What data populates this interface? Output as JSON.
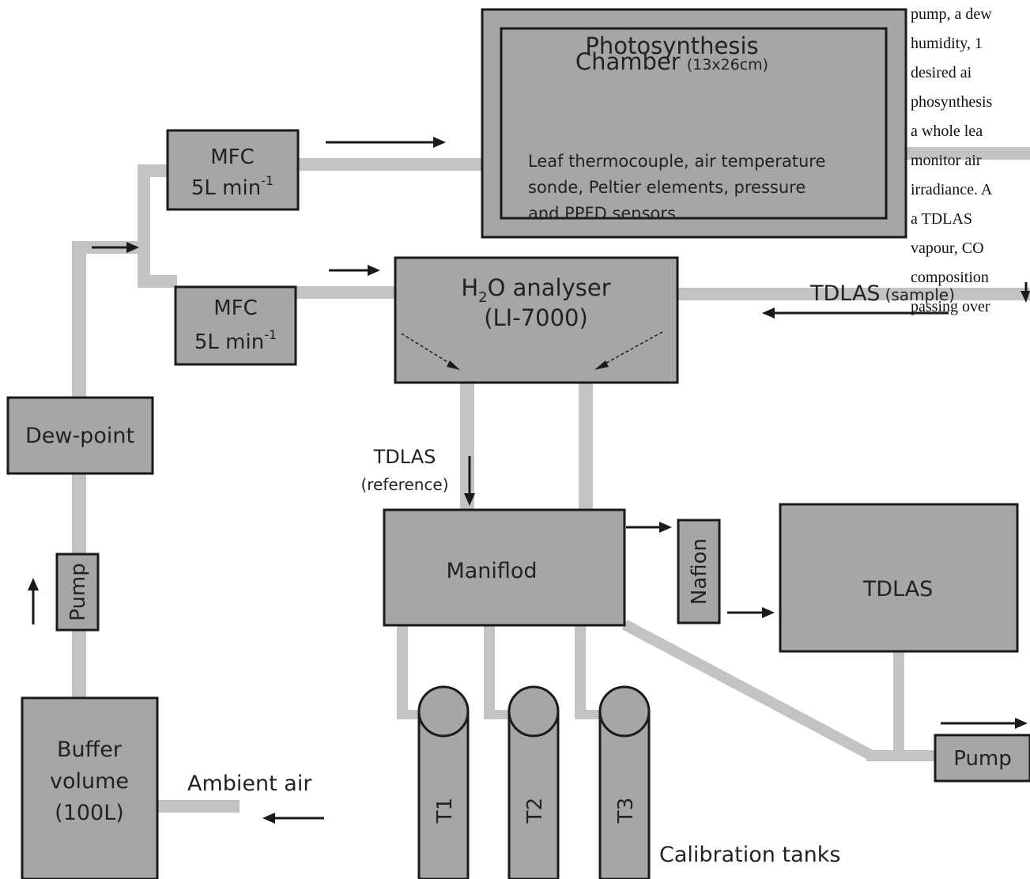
{
  "colors": {
    "box_fill": "#a6a6a6",
    "box_stroke": "#1a1a1a",
    "pipe": "#c3c3c3",
    "text": "#222222"
  },
  "chamber": {
    "title1": "Photosynthesis",
    "title2": "Chamber",
    "size": "(13x26cm)",
    "desc1": "Leaf thermocouple, air temperature",
    "desc2": "sonde, Peltier elements, pressure",
    "desc3": "and PPFD sensors"
  },
  "mfc_top": {
    "line1": "MFC",
    "line2": "5L min",
    "sup": "-1"
  },
  "mfc_bottom": {
    "line1": "MFC",
    "line2": "5L min",
    "sup": "-1"
  },
  "h2o": {
    "pre": "H",
    "sub": "2",
    "post": "O analyser",
    "model": "(LI-7000)"
  },
  "tdlas_sample": {
    "label": "TDLAS",
    "qual": "(sample)"
  },
  "tdlas_ref": {
    "label": "TDLAS",
    "qual": "(reference)"
  },
  "dewpoint": "Dew-point",
  "pump_left": "Pump",
  "buffer": {
    "line1": "Buffer",
    "line2": "volume",
    "line3": "(100L)"
  },
  "ambient": "Ambient air",
  "manifold": "Maniflod",
  "nafion": "Nafion",
  "tdlas_box": "TDLAS",
  "pump_right": "Pump",
  "tanks": [
    "T1",
    "T2",
    "T3"
  ],
  "calibration": "Calibration tanks",
  "side_text": [
    "pump, a dew",
    "humidity,  1",
    "desired    ai",
    "phosynthesis",
    "a whole lea",
    "monitor  air",
    "irradiance.  A",
    "a   TDLAS",
    "vapour, CO",
    "composition",
    "passing over"
  ]
}
